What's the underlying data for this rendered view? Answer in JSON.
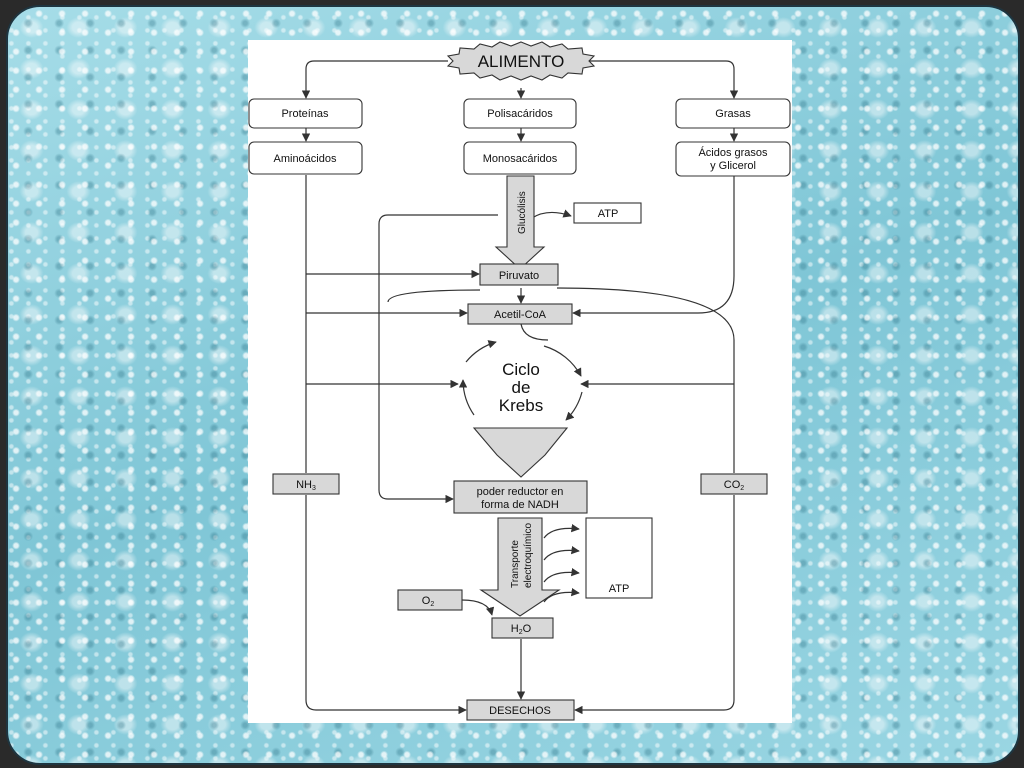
{
  "diagram": {
    "food": "ALIMENTO",
    "proteins": "Proteínas",
    "polysaccharides": "Polisacáridos",
    "fats": "Grasas",
    "amino_acids": "Aminoácidos",
    "monosaccharides": "Monosacáridos",
    "fatty_acids_1": "Ácidos grasos",
    "fatty_acids_2": "y Glicerol",
    "glycolysis": "Glucólisis",
    "atp_1": "ATP",
    "pyruvate": "Piruvato",
    "acetyl_coa": "Acetil-CoA",
    "krebs_1": "Ciclo",
    "krebs_2": "de",
    "krebs_3": "Krebs",
    "nh3_base": "NH",
    "nh3_sub": "3",
    "co2_base": "CO",
    "co2_sub": "2",
    "nadh_1": "poder reductor en",
    "nadh_2": "forma de NADH",
    "transport_1": "Transporte",
    "transport_2": "electroquímico",
    "atp_2": "ATP",
    "o2_base": "O",
    "o2_sub": "2",
    "h2o_h": "H",
    "h2o_sub": "2",
    "h2o_o": "O",
    "waste": "DESECHOS"
  }
}
